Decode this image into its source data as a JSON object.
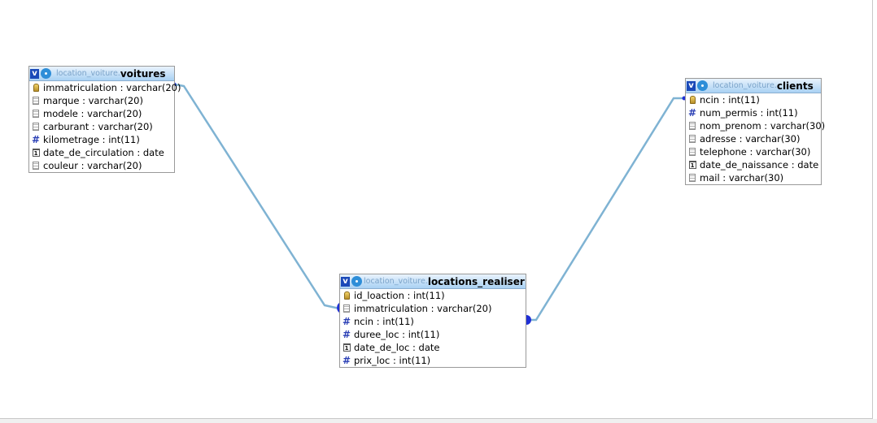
{
  "diagram": {
    "tables": [
      {
        "schema": "location_voiture.",
        "name": "voitures",
        "columns": [
          {
            "text": "immatriculation : varchar(20)",
            "icon": "primary-key-icon"
          },
          {
            "text": "marque : varchar(20)",
            "icon": "text-column-icon"
          },
          {
            "text": "modele : varchar(20)",
            "icon": "text-column-icon"
          },
          {
            "text": "carburant : varchar(20)",
            "icon": "text-column-icon"
          },
          {
            "text": "kilometrage : int(11)",
            "icon": "numeric-column-icon"
          },
          {
            "text": "date_de_circulation : date",
            "icon": "date-column-icon"
          },
          {
            "text": "couleur : varchar(20)",
            "icon": "text-column-icon"
          }
        ]
      },
      {
        "schema": "location_voiture.",
        "name": "clients",
        "columns": [
          {
            "text": "ncin : int(11)",
            "icon": "primary-key-icon"
          },
          {
            "text": "num_permis : int(11)",
            "icon": "numeric-column-icon"
          },
          {
            "text": "nom_prenom : varchar(30)",
            "icon": "text-column-icon"
          },
          {
            "text": "adresse : varchar(30)",
            "icon": "text-column-icon"
          },
          {
            "text": "telephone : varchar(30)",
            "icon": "text-column-icon"
          },
          {
            "text": "date_de_naissance : date",
            "icon": "date-column-icon"
          },
          {
            "text": "mail : varchar(30)",
            "icon": "text-column-icon"
          }
        ]
      },
      {
        "schema": "location_voiture.",
        "name": "locations_realiser",
        "columns": [
          {
            "text": "id_loaction : int(11)",
            "icon": "primary-key-icon"
          },
          {
            "text": "immatriculation : varchar(20)",
            "icon": "text-column-icon"
          },
          {
            "text": "ncin : int(11)",
            "icon": "numeric-column-icon"
          },
          {
            "text": "duree_loc : int(11)",
            "icon": "numeric-column-icon"
          },
          {
            "text": "date_de_loc : date",
            "icon": "date-column-icon"
          },
          {
            "text": "prix_loc : int(11)",
            "icon": "numeric-column-icon"
          }
        ]
      }
    ],
    "relations": [
      {
        "from": "voitures.immatriculation",
        "to": "locations_realiser.immatriculation"
      },
      {
        "from": "clients.ncin",
        "to": "locations_realiser.ncin"
      }
    ],
    "colors": {
      "link": "#7fb3d3",
      "endpoint": "#1f2fd6",
      "header_top": "#e9f3fd",
      "header_bottom": "#a9d1f3"
    }
  }
}
